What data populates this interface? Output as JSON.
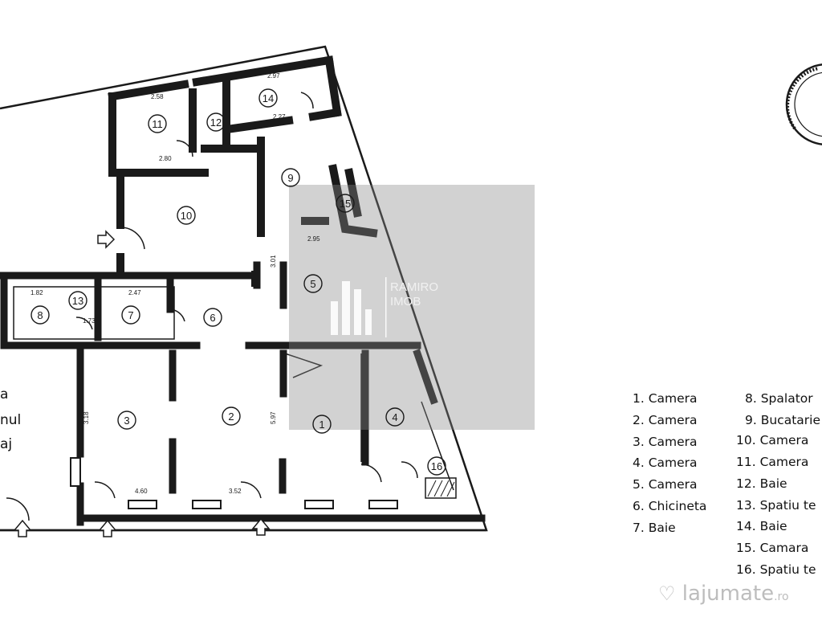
{
  "rooms": [
    {
      "number": "1"
    },
    {
      "number": "2"
    },
    {
      "number": "3"
    },
    {
      "number": "4"
    },
    {
      "number": "5"
    },
    {
      "number": "6"
    },
    {
      "number": "7"
    },
    {
      "number": "8"
    },
    {
      "number": "9"
    },
    {
      "number": "10"
    },
    {
      "number": "11"
    },
    {
      "number": "12"
    },
    {
      "number": "13"
    },
    {
      "number": "14"
    },
    {
      "number": "15"
    },
    {
      "number": "16"
    }
  ],
  "dimensions": [
    "2.97",
    "2.58",
    "2.27",
    "2.80",
    "2.95",
    "2.47",
    "1.82",
    "1.73",
    "4.60",
    "3.52",
    "5.97",
    "3.18",
    "3.01"
  ],
  "side_labels": [
    "a",
    "nul",
    "aj"
  ],
  "legend": [
    "1. Camera",
    "2. Camera",
    "3. Camera",
    "4. Camera",
    "5. Camera",
    "6. Chicineta",
    "7. Baie",
    "8. Spalator",
    "9. Bucatarie",
    "10. Camera",
    "11. Camera",
    "12. Baie",
    "13. Spatiu te",
    "14. Baie",
    "15. Camara",
    "16. Spatiu te"
  ],
  "watermark": {
    "brand_line1": "RAMIRO",
    "brand_line2": "IMOB",
    "site": "lajumate",
    "site_suffix": ".ro"
  },
  "colors": {
    "wall": "#1a1a1a",
    "watermark_box": "#8a8a8a"
  }
}
